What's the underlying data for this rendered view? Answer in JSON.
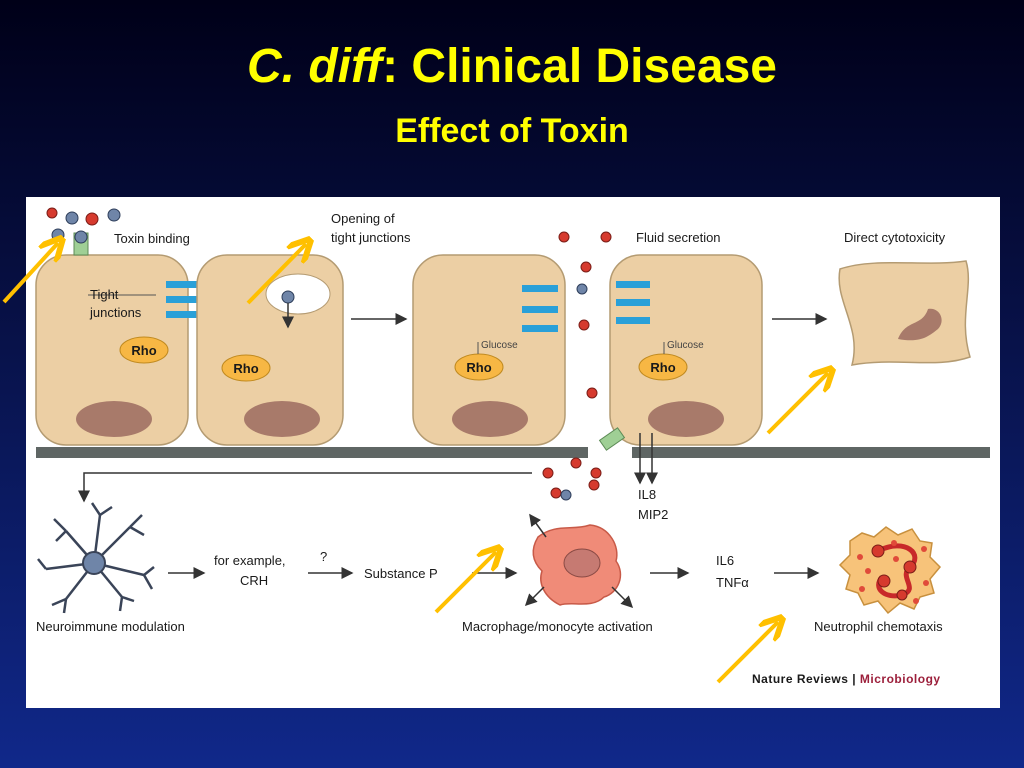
{
  "slide": {
    "title_italic": "C. diff",
    "title_rest": ": Clinical Disease",
    "subtitle": "Effect of Toxin"
  },
  "figure": {
    "labels": {
      "toxin_binding": "Toxin binding",
      "opening_line1": "Opening of",
      "opening_line2": "tight junctions",
      "tight_line1": "Tight",
      "tight_line2": "junctions",
      "fluid_secretion": "Fluid secretion",
      "direct_cytotoxicity": "Direct cytotoxicity",
      "rho": "Rho",
      "glucose": "Glucose",
      "il8": "IL8",
      "mip2": "MIP2",
      "for_example": "for example,",
      "crh": "CRH",
      "question": "?",
      "substance_p": "Substance P",
      "il6": "IL6",
      "tnf": "TNFα",
      "neuroimmune": "Neuroimmune modulation",
      "macrophage": "Macrophage/monocyte activation",
      "neutrophil": "Neutrophil chemotaxis",
      "credit_journal": "Nature Reviews",
      "credit_sep": " | ",
      "credit_section": "Microbiology"
    },
    "colors": {
      "cell_fill": "#eccfa4",
      "cell_stroke": "#b49b72",
      "nucleus": "#a87a6a",
      "rho_fill": "#f7b744",
      "tight_junction": "#2aa0d8",
      "toxin_red": "#d63a2e",
      "toxin_blue": "#6f85a8",
      "membrane": "#5f6664",
      "arrow_highlight": "#ffc000",
      "macrophage": "#f08b78",
      "credit_accent": "#9c1f3b"
    }
  }
}
